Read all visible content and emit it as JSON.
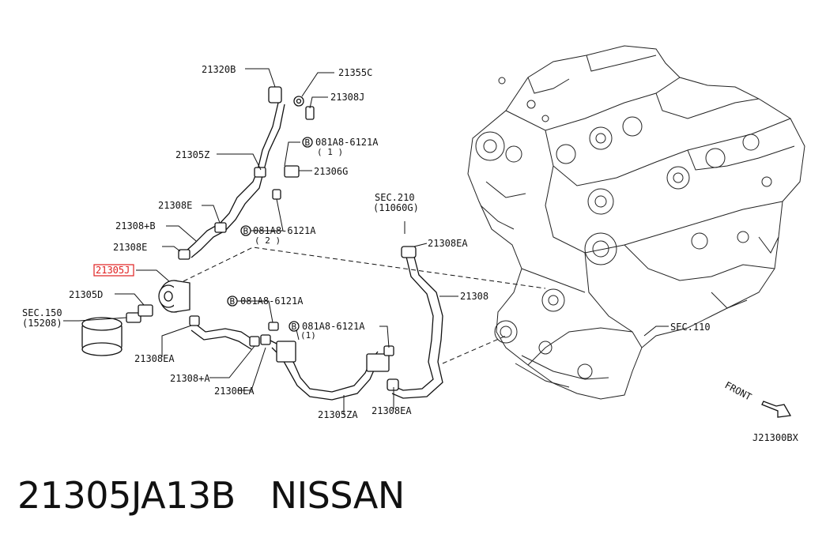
{
  "labels": {
    "p21320B": "21320B",
    "p21355C": "21355C",
    "p21308J": "21308J",
    "b081A8_1": "081A8-6121A",
    "b081A8_1_qty": "( 1 )",
    "p21305Z": "21305Z",
    "p21306G": "21306G",
    "p21308E_top": "21308E",
    "b081A8_2": "081A8-6121A",
    "b081A8_2_qty": "( 2 )",
    "p21308B": "21308+B",
    "p21308E_mid": "21308E",
    "p21305J": "21305J",
    "p21305D": "21305D",
    "sec150": "SEC.150",
    "sec150_ref": "(15208)",
    "sec210": "SEC.210",
    "sec210_ref": "(11060G)",
    "p21308EA_right": "21308EA",
    "p21308": "21308",
    "b081A8_3": "081A8-6121A",
    "b081A8_4": "081A8-6121A",
    "b081A8_4_qty": "(1)",
    "p21308EA_left": "21308EA",
    "p21308A": "21308+A",
    "p21308EA_bottom": "21308EA",
    "p21305ZA": "21305ZA",
    "p21308EA_bottom2": "21308EA",
    "sec110": "SEC.110",
    "front": "FRONT",
    "diagram_code": "J21300BX",
    "bolt_marker": "B"
  },
  "caption": {
    "part_number": "21305JA13B",
    "brand": "NISSAN"
  },
  "colors": {
    "highlight": "#e02020",
    "ink": "#111111",
    "background": "#ffffff"
  }
}
